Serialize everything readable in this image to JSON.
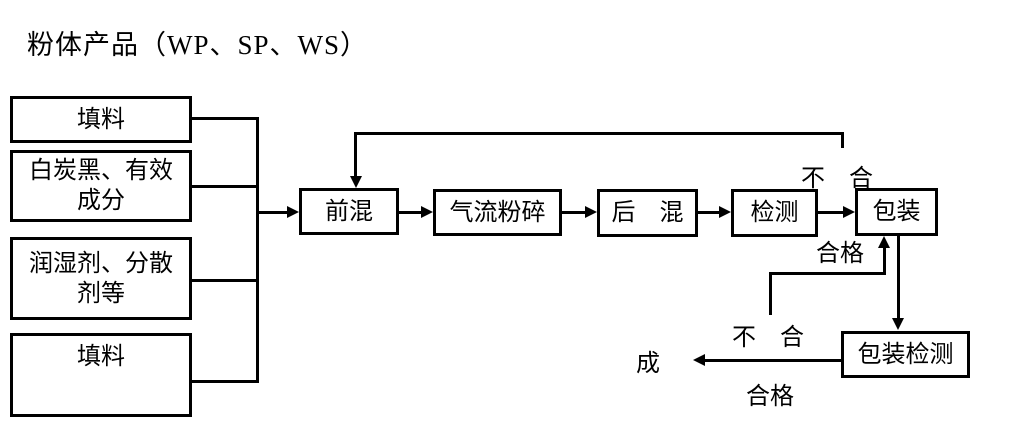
{
  "colors": {
    "line": "#000000",
    "background": "#ffffff",
    "text": "#000000"
  },
  "title": "粉体产品（WP、SP、WS）",
  "materials": [
    {
      "label": "填料"
    },
    {
      "label": "白炭黑、有效成分"
    },
    {
      "label": "润湿剂、分散剂等"
    },
    {
      "label": "填料"
    }
  ],
  "steps": {
    "premix": "前混",
    "jet_milling": "气流粉碎",
    "post_mix": "后　混",
    "inspection": "检测",
    "packaging": "包装",
    "packaging_inspection": "包装检测"
  },
  "branch_labels": {
    "inspection_fail": "不　合",
    "inspection_pass": "合格",
    "packaging_fail": "不　合",
    "packaging_pass": "合格",
    "finished": "成"
  }
}
